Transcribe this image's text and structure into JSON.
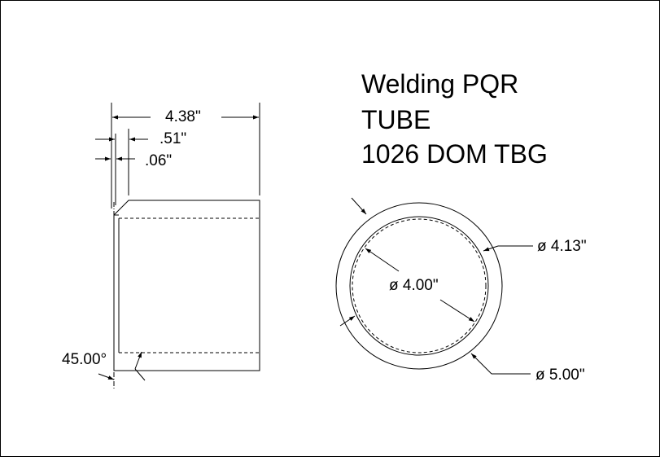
{
  "title": {
    "line1": "Welding PQR",
    "line2": "TUBE",
    "line3": "1026 DOM TBG"
  },
  "side_view": {
    "overall_length": "4.38\"",
    "bevel_length": ".51\"",
    "land": ".06\"",
    "bevel_angle": "45.00°"
  },
  "end_view": {
    "bevel_diameter": "ø 4.13\"",
    "inner_diameter": "ø 4.00\"",
    "outer_diameter": "ø 5.00\""
  }
}
